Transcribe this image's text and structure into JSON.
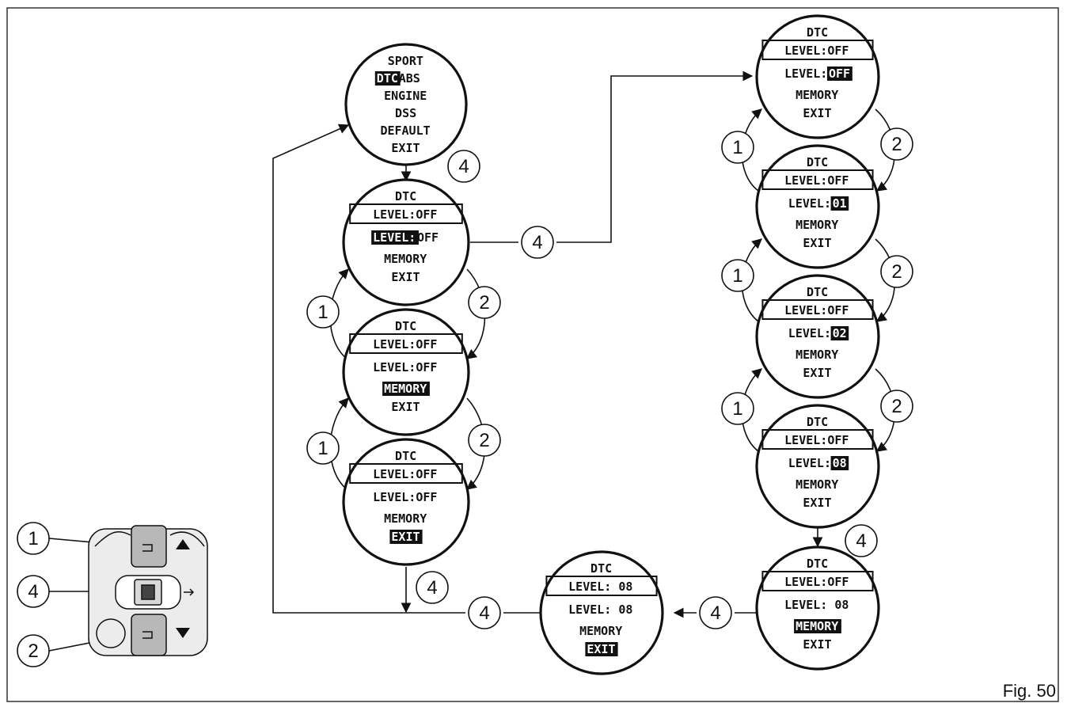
{
  "figure_label": "Fig. 50",
  "colors": {
    "line": "#111111",
    "highlight_bg": "#111111",
    "highlight_text": "#ffffff",
    "button_fill": "#b8b8b8",
    "panel_fill": "#ececec"
  },
  "dials": [
    {
      "id": "sport-menu",
      "lines": [
        {
          "text": "SPORT"
        },
        {
          "segments": [
            {
              "text": "DTC",
              "hl": true
            },
            {
              "text": "  ABS"
            }
          ]
        },
        {
          "text": "ENGINE"
        },
        {
          "text": "DSS"
        },
        {
          "text": "DEFAULT"
        },
        {
          "text": "EXIT"
        }
      ]
    },
    {
      "id": "dtc-a1",
      "lines": [
        {
          "text": "DTC"
        },
        {
          "text": "LEVEL:OFF",
          "boxed": true
        },
        {
          "segments": [
            {
              "text": "LEVEL:",
              "hl": true
            },
            {
              "text": "OFF"
            }
          ]
        },
        {
          "text": "MEMORY"
        },
        {
          "text": "EXIT"
        }
      ]
    },
    {
      "id": "dtc-a2",
      "lines": [
        {
          "text": "DTC"
        },
        {
          "text": "LEVEL:OFF",
          "boxed": true
        },
        {
          "text": "LEVEL:OFF"
        },
        {
          "segments": [
            {
              "text": "MEMORY",
              "hl": true
            }
          ]
        },
        {
          "text": "EXIT"
        }
      ]
    },
    {
      "id": "dtc-a3",
      "lines": [
        {
          "text": "DTC"
        },
        {
          "text": "LEVEL:OFF",
          "boxed": true
        },
        {
          "text": "LEVEL:OFF"
        },
        {
          "text": "MEMORY"
        },
        {
          "segments": [
            {
              "text": "EXIT",
              "hl": true
            }
          ]
        }
      ]
    },
    {
      "id": "dtc-b1",
      "lines": [
        {
          "text": "DTC"
        },
        {
          "text": "LEVEL:OFF",
          "boxed": true
        },
        {
          "segments": [
            {
              "text": "LEVEL:"
            },
            {
              "text": "OFF",
              "hl": true
            }
          ]
        },
        {
          "text": "MEMORY"
        },
        {
          "text": "EXIT"
        }
      ]
    },
    {
      "id": "dtc-b2",
      "lines": [
        {
          "text": "DTC"
        },
        {
          "text": "LEVEL:OFF",
          "boxed": true
        },
        {
          "segments": [
            {
              "text": "LEVEL:"
            },
            {
              "text": "01",
              "hl": true
            }
          ]
        },
        {
          "text": "MEMORY"
        },
        {
          "text": "EXIT"
        }
      ]
    },
    {
      "id": "dtc-b3",
      "lines": [
        {
          "text": "DTC"
        },
        {
          "text": "LEVEL:OFF",
          "boxed": true
        },
        {
          "segments": [
            {
              "text": "LEVEL:"
            },
            {
              "text": "02",
              "hl": true
            }
          ]
        },
        {
          "text": "MEMORY"
        },
        {
          "text": "EXIT"
        }
      ]
    },
    {
      "id": "dtc-b4",
      "lines": [
        {
          "text": "DTC"
        },
        {
          "text": "LEVEL:OFF",
          "boxed": true
        },
        {
          "segments": [
            {
              "text": "LEVEL:"
            },
            {
              "text": "08",
              "hl": true
            }
          ]
        },
        {
          "text": "MEMORY"
        },
        {
          "text": "EXIT"
        }
      ]
    },
    {
      "id": "dtc-b5",
      "lines": [
        {
          "text": "DTC"
        },
        {
          "text": "LEVEL:OFF",
          "boxed": true
        },
        {
          "text": "LEVEL: 08"
        },
        {
          "segments": [
            {
              "text": "MEMORY",
              "hl": true
            }
          ]
        },
        {
          "text": "EXIT"
        }
      ]
    },
    {
      "id": "dtc-c1",
      "lines": [
        {
          "text": "DTC"
        },
        {
          "text": "LEVEL: 08",
          "boxed": true
        },
        {
          "text": "LEVEL: 08"
        },
        {
          "text": "MEMORY"
        },
        {
          "segments": [
            {
              "text": "EXIT",
              "hl": true
            }
          ]
        }
      ]
    }
  ],
  "badges": [
    {
      "id": "b-sport-4",
      "label": "4"
    },
    {
      "id": "b-a1-right-4",
      "label": "4"
    },
    {
      "id": "b-a1a2-1",
      "label": "1"
    },
    {
      "id": "b-a1a2-2",
      "label": "2"
    },
    {
      "id": "b-a2a3-1",
      "label": "1"
    },
    {
      "id": "b-a2a3-2",
      "label": "2"
    },
    {
      "id": "b-a3-4",
      "label": "4"
    },
    {
      "id": "b-bottom-4",
      "label": "4"
    },
    {
      "id": "b-c1-4",
      "label": "4"
    },
    {
      "id": "b-b1b2-1",
      "label": "1"
    },
    {
      "id": "b-b1b2-2",
      "label": "2"
    },
    {
      "id": "b-b2b3-1",
      "label": "1"
    },
    {
      "id": "b-b2b3-2",
      "label": "2"
    },
    {
      "id": "b-b3b4-1",
      "label": "1"
    },
    {
      "id": "b-b3b4-2",
      "label": "2"
    },
    {
      "id": "b-b4-4",
      "label": "4"
    },
    {
      "id": "b-legend-1",
      "label": "1"
    },
    {
      "id": "b-legend-4",
      "label": "4"
    },
    {
      "id": "b-legend-2",
      "label": "2"
    }
  ]
}
